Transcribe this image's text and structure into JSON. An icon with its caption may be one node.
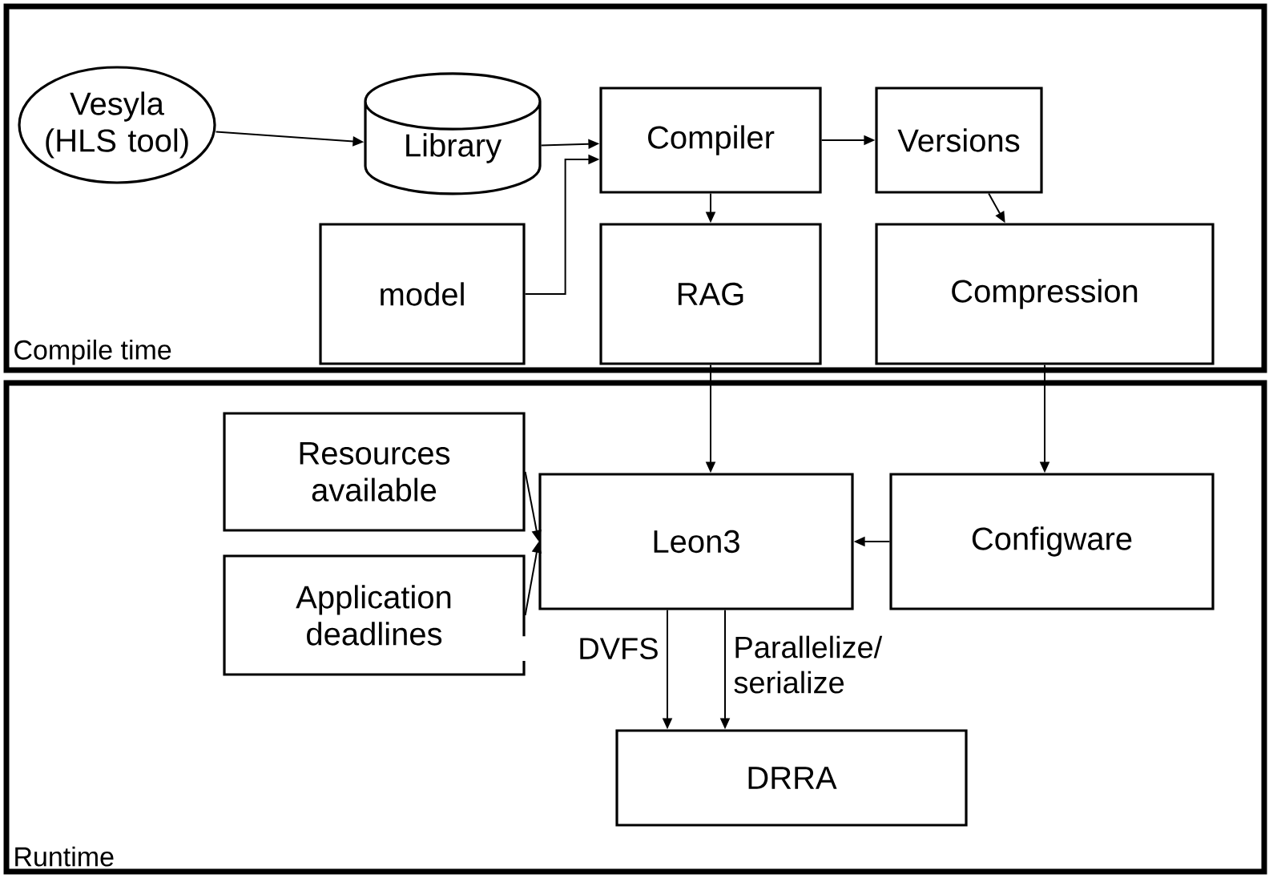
{
  "diagram": {
    "nodes": [
      {
        "text": [
          "Compile time"
        ]
      },
      {
        "text": [
          "Vesyla (HLS tool)"
        ],
        "in": 0
      },
      {
        "text": [
          "Library"
        ],
        "in": 0
      },
      {
        "text": [
          "Compiler"
        ],
        "in": 0
      },
      {
        "text": [
          "Versions"
        ],
        "in": 0
      },
      {
        "text": [
          "model"
        ],
        "in": 0
      },
      {
        "text": [
          "RAG"
        ],
        "in": 0
      },
      {
        "text": [
          "Compression"
        ],
        "in": 0
      },
      {
        "text": [
          "Runtime"
        ]
      },
      {
        "text": [
          "Resources available"
        ],
        "in": 8
      },
      {
        "text": [
          "Application deadlines"
        ],
        "in": 8
      },
      {
        "text": [
          "Leon3"
        ],
        "in": 8
      },
      {
        "text": [
          "Configware"
        ],
        "in": 8
      },
      {
        "text": [
          "DRRA"
        ],
        "in": 8
      }
    ],
    "edges": [
      {
        "from": 1,
        "to": 2,
        "arrow": "to"
      },
      {
        "from": 2,
        "to": 3,
        "arrow": "to"
      },
      {
        "from": 3,
        "to": 4,
        "arrow": "to"
      },
      {
        "from": 5,
        "to": 3,
        "arrow": "to"
      },
      {
        "from": 3,
        "to": 6,
        "arrow": "to"
      },
      {
        "from": 4,
        "to": 7,
        "arrow": "to"
      },
      {
        "from": 6,
        "to": 11,
        "arrow": "to"
      },
      {
        "from": 7,
        "to": 12,
        "arrow": "to"
      },
      {
        "from": 9,
        "to": 11,
        "arrow": "to"
      },
      {
        "from": 10,
        "to": 11,
        "arrow": "to"
      },
      {
        "from": 12,
        "to": 11,
        "arrow": "to"
      },
      {
        "from": 11,
        "to": 13,
        "arrow": "to",
        "label": "DVFS"
      },
      {
        "from": 11,
        "to": 13,
        "arrow": "to",
        "label": "Parallelize/ serialize"
      }
    ]
  }
}
